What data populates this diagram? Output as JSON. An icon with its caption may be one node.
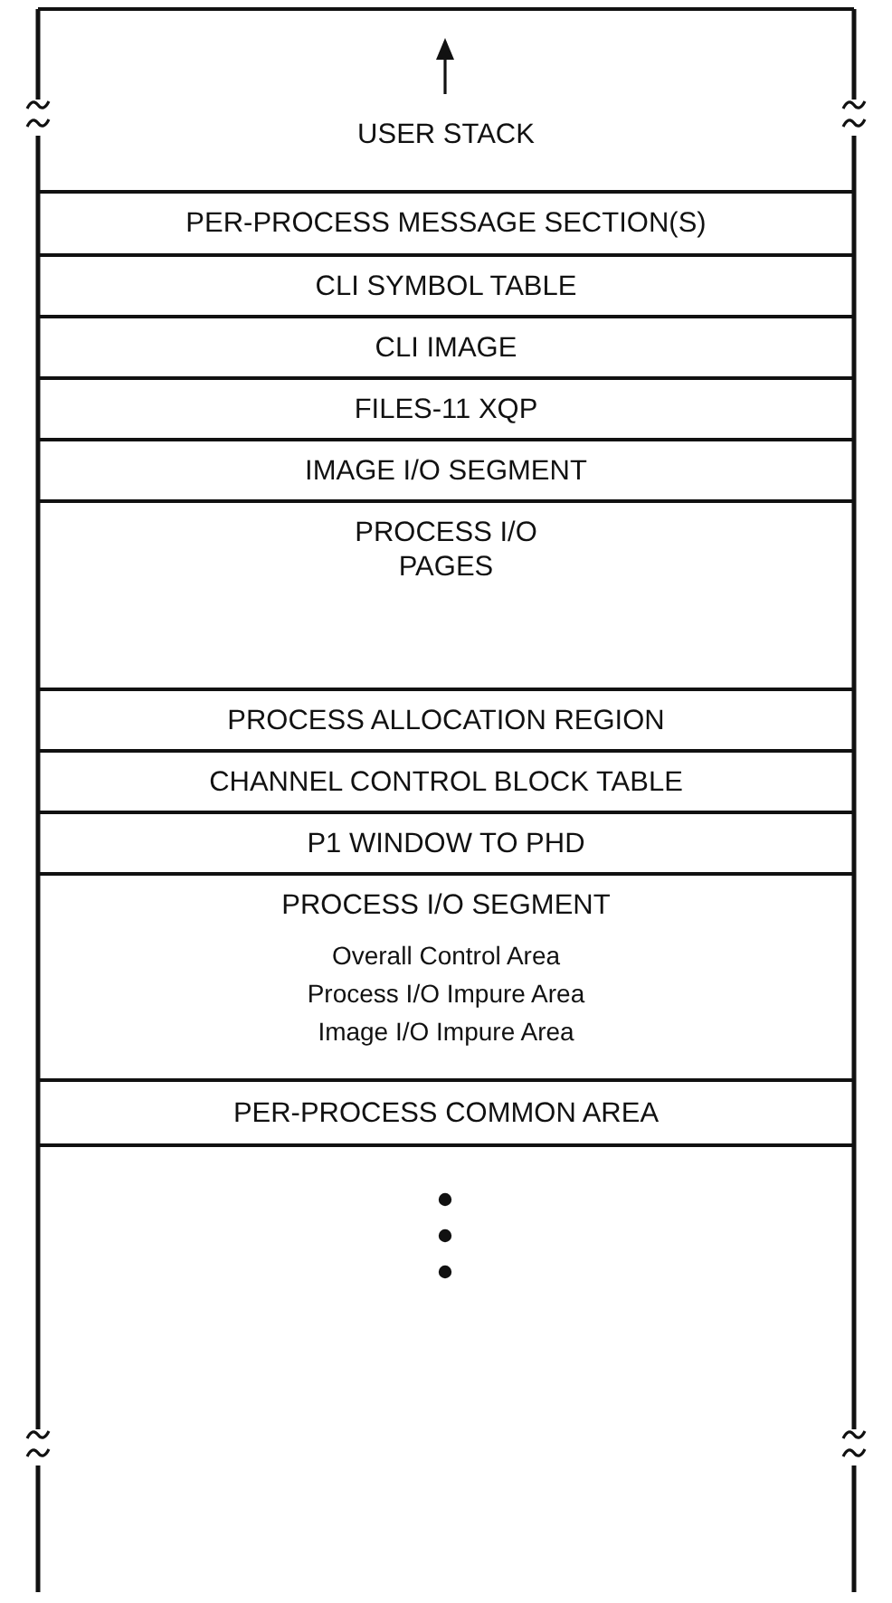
{
  "diagram": {
    "nodes": [
      {
        "text": [
          "USER STACK"
        ]
      },
      {
        "text": [
          "PER-PROCESS MESSAGE SECTION(S)"
        ]
      },
      {
        "text": [
          "CLI SYMBOL TABLE"
        ]
      },
      {
        "text": [
          "CLI IMAGE"
        ]
      },
      {
        "text": [
          "FILES-11 XQP"
        ]
      },
      {
        "text": [
          "IMAGE I/O SEGMENT"
        ]
      },
      {
        "text": [
          "PROCESS I/O PAGES"
        ]
      },
      {
        "text": [
          "PROCESS ALLOCATION REGION"
        ]
      },
      {
        "text": [
          "CHANNEL CONTROL BLOCK TABLE"
        ]
      },
      {
        "text": [
          "P1 WINDOW TO PHD"
        ]
      },
      {
        "text": [
          "PROCESS I/O SEGMENT",
          "Overall Control Area",
          "Process I/O Impure Area",
          "Image I/O Impure Area"
        ]
      },
      {
        "text": [
          "PER-PROCESS COMMON AREA"
        ]
      },
      {
        "text": [],
        "shape": "box"
      }
    ]
  }
}
